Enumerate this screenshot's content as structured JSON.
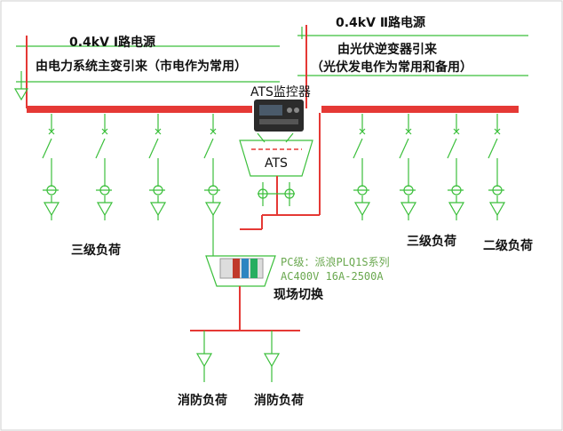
{
  "source1": {
    "title": "0.4kV  Ⅰ路电源",
    "desc": "由电力系统主变引来（市电作为常用）"
  },
  "source2": {
    "title": "0.4kV  Ⅱ路电源",
    "desc1": "由光伏逆变器引来",
    "desc2": "（光伏发电作为常用和备用）"
  },
  "ats_monitor_label": "ATS监控器",
  "ats_label": "ATS",
  "loads": {
    "left_label": "三级负荷",
    "right_label_1": "三级负荷",
    "right_label_2": "二级负荷",
    "fire_label_1": "消防负荷",
    "fire_label_2": "消防负荷"
  },
  "pc_switch": {
    "line1": "PC级：派浪PLQ1S系列",
    "line2": "AC400V  16A-2500A",
    "name": "现场切换"
  },
  "colors": {
    "busbar": "#e53935",
    "wire": "#3bbf3b",
    "spec_text": "#6aa84f"
  }
}
